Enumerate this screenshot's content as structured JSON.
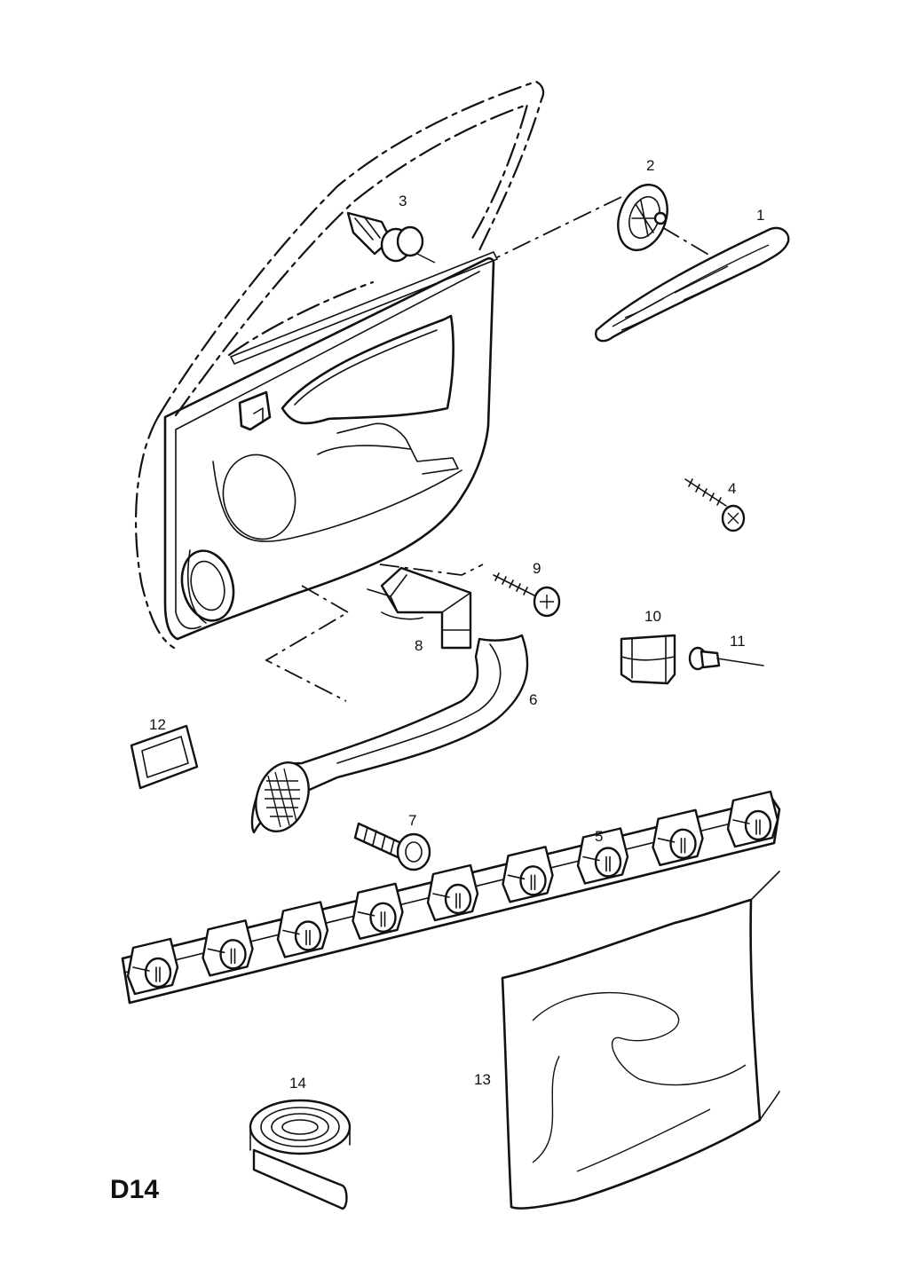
{
  "diagram_code": "D14",
  "parts": [
    {
      "id": "1",
      "label": "1"
    },
    {
      "id": "2",
      "label": "2"
    },
    {
      "id": "3",
      "label": "3"
    },
    {
      "id": "4",
      "label": "4"
    },
    {
      "id": "5",
      "label": "5"
    },
    {
      "id": "6",
      "label": "6"
    },
    {
      "id": "7",
      "label": "7"
    },
    {
      "id": "8",
      "label": "8"
    },
    {
      "id": "9",
      "label": "9"
    },
    {
      "id": "10",
      "label": "10"
    },
    {
      "id": "11",
      "label": "11"
    },
    {
      "id": "12",
      "label": "12"
    },
    {
      "id": "13",
      "label": "13"
    },
    {
      "id": "14",
      "label": "14"
    }
  ]
}
